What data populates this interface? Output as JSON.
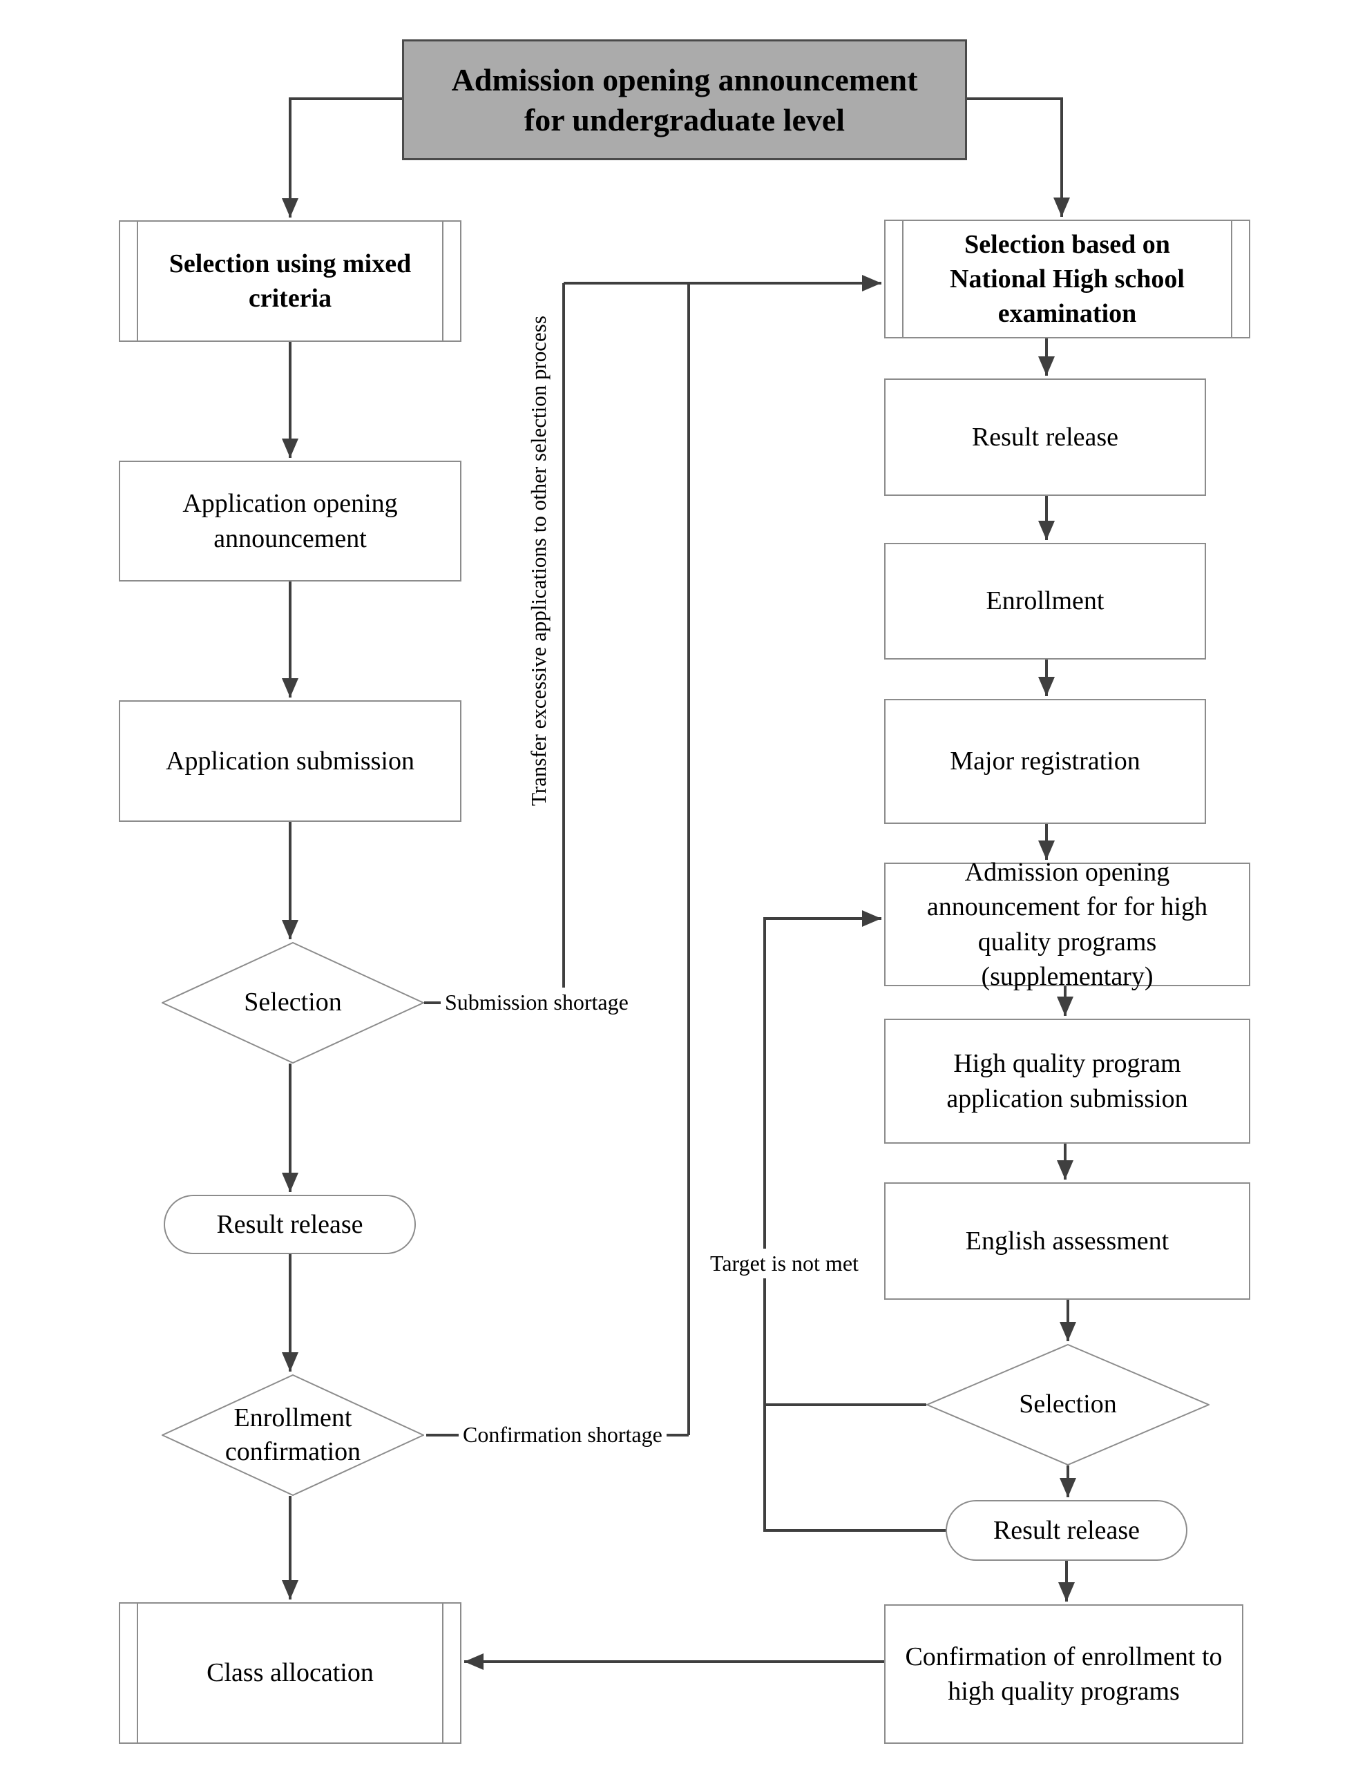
{
  "title": {
    "label": "Admission opening announcement\nfor undergraduate level"
  },
  "left_branch": {
    "mixed_criteria": "Selection using mixed\ncriteria",
    "application_opening": "Application opening\nannouncement",
    "application_submission": "Application submission",
    "selection": "Selection",
    "result_release": "Result release",
    "enrollment_confirmation": "Enrollment\nconfirmation",
    "class_allocation": "Class allocation"
  },
  "right_branch": {
    "national_exam": "Selection based on\nNational High school\nexamination",
    "result_release": "Result release",
    "enrollment": "Enrollment",
    "major_registration": "Major registration",
    "supplementary_announcement": "Admission opening\nannouncement for for high\nquality programs\n(supplementary)",
    "hq_application_submission": "High quality program\napplication submission",
    "english_assessment": "English assessment",
    "selection": "Selection",
    "result_release_2": "Result release",
    "enrollment_confirmation_hq": "Confirmation of enrollment to\nhigh quality programs"
  },
  "edge_labels": {
    "submission_shortage": "Submission shortage",
    "confirmation_shortage": "Confirmation shortage",
    "transfer_note": "Transfer excessive applications to other selection process",
    "target_not_met": "Target is not met"
  },
  "colors": {
    "background": "#ffffff",
    "title_fill": "#ababab",
    "title_border": "#4a4a4a",
    "box_border": "#8c8c8c",
    "connector": "#3f3f3f",
    "text": "#000000"
  }
}
